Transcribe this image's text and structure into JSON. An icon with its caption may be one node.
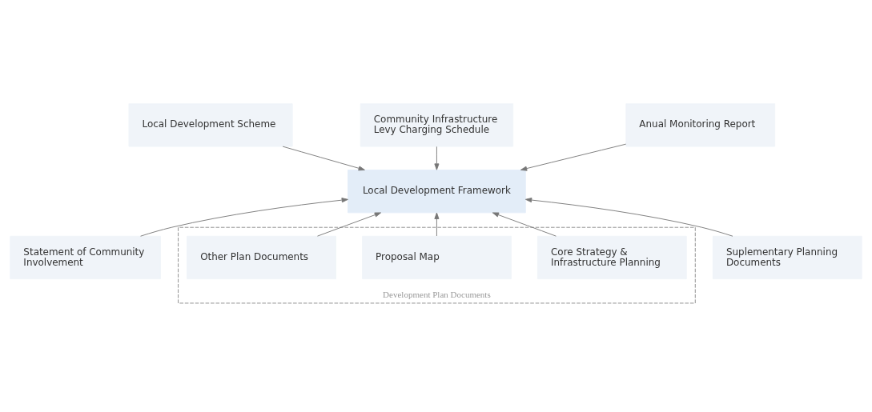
{
  "diagram": {
    "nodes": [
      {
        "text": [
          "Community Infrastructure Levy Charging Schedule"
        ]
      },
      {
        "text": [
          "Local Development Scheme"
        ]
      },
      {
        "text": [
          "Anual Monitoring Report"
        ]
      },
      {
        "text": [
          "Local Development Framework"
        ]
      },
      {
        "text": [
          "Statement of Community Involvement"
        ]
      },
      {
        "text": [
          "Suplementary Planning Documents"
        ]
      },
      {
        "text": [
          "Development Plan Documents"
        ]
      },
      {
        "text": [
          "Core Strategy & Infrastructure Planning"
        ],
        "in": 6
      },
      {
        "text": [
          "Proposal Map"
        ],
        "in": 6
      },
      {
        "text": [
          "Other Plan Documents"
        ],
        "in": 6
      }
    ],
    "edges": [
      {
        "from": 0,
        "to": 3,
        "arrow": "to"
      },
      {
        "from": 1,
        "to": 3,
        "arrow": "to"
      },
      {
        "from": 2,
        "to": 3,
        "arrow": "to"
      },
      {
        "from": 4,
        "to": 3,
        "arrow": "to"
      },
      {
        "from": 5,
        "to": 3,
        "arrow": "to"
      },
      {
        "from": 7,
        "to": 3,
        "arrow": "to"
      },
      {
        "from": 8,
        "to": 3,
        "arrow": "to"
      },
      {
        "from": 9,
        "to": 3,
        "arrow": "to"
      }
    ]
  }
}
